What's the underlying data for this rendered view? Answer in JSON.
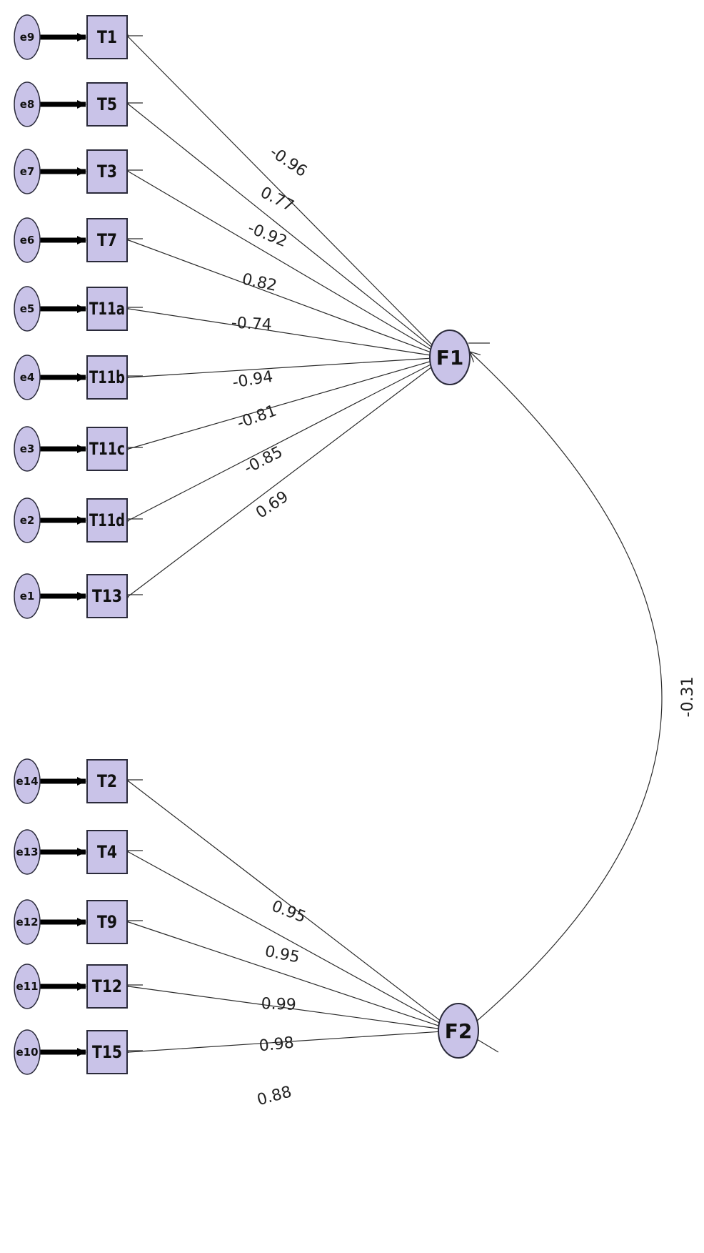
{
  "factors": [
    {
      "id": "F1",
      "label": "F1"
    },
    {
      "id": "F2",
      "label": "F2"
    }
  ],
  "indicators": [
    {
      "label": "T1",
      "error": "e9",
      "factor": "F1",
      "loading": "-0.96"
    },
    {
      "label": "T5",
      "error": "e8",
      "factor": "F1",
      "loading": "0.77"
    },
    {
      "label": "T3",
      "error": "e7",
      "factor": "F1",
      "loading": "-0.92"
    },
    {
      "label": "T7",
      "error": "e6",
      "factor": "F1",
      "loading": "0.82"
    },
    {
      "label": "T11a",
      "error": "e5",
      "factor": "F1",
      "loading": "-0.74"
    },
    {
      "label": "T11b",
      "error": "e4",
      "factor": "F1",
      "loading": "-0.94"
    },
    {
      "label": "T11c",
      "error": "e3",
      "factor": "F1",
      "loading": "-0.81"
    },
    {
      "label": "T11d",
      "error": "e2",
      "factor": "F1",
      "loading": "-0.85"
    },
    {
      "label": "T13",
      "error": "e1",
      "factor": "F1",
      "loading": "0.69"
    },
    {
      "label": "T2",
      "error": "e14",
      "factor": "F2",
      "loading": "0.95"
    },
    {
      "label": "T4",
      "error": "e13",
      "factor": "F2",
      "loading": "0.95"
    },
    {
      "label": "T9",
      "error": "e12",
      "factor": "F2",
      "loading": "0.99"
    },
    {
      "label": "T12",
      "error": "e11",
      "factor": "F2",
      "loading": "0.98"
    },
    {
      "label": "T15",
      "error": "e10",
      "factor": "F2",
      "loading": "0.88"
    }
  ],
  "correlation": {
    "from": "F1",
    "to": "F2",
    "value": "-0.31"
  },
  "colors": {
    "node_fill": "#c9c3e8",
    "stroke": "#2a2a2a"
  }
}
